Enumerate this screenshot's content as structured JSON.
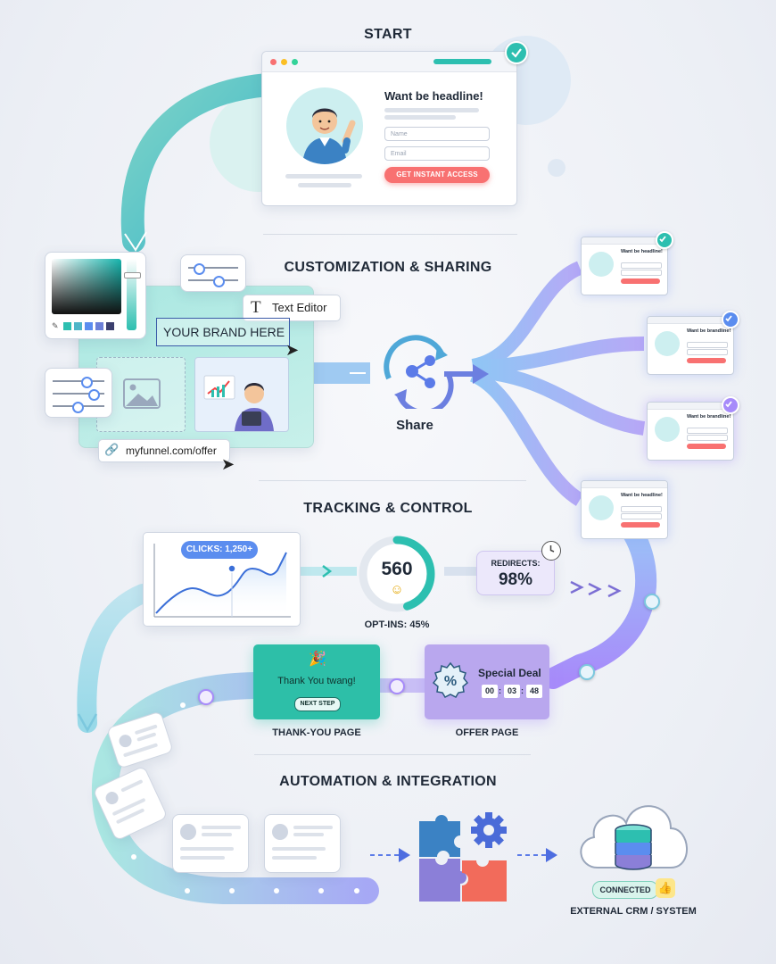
{
  "sections": {
    "start": "START",
    "customization": "CUSTOMIZATION & SHARING",
    "tracking": "TRACKING & CONTROL",
    "automation": "AUTOMATION & INTEGRATION"
  },
  "landing_page": {
    "headline": "Want be headline!",
    "name_placeholder": "Name",
    "email_placeholder": "Email",
    "cta": "GET INSTANT ACCESS"
  },
  "editor": {
    "text_editor_label": "Text Editor",
    "brand_text": "YOUR BRAND HERE",
    "url": "myfunnel.com/offer"
  },
  "share": {
    "label": "Share"
  },
  "variants": [
    {
      "headline": "Want be headline!"
    },
    {
      "headline": "Want be brandline!"
    },
    {
      "headline": "Want be brandline!"
    },
    {
      "headline": "Want be headline!"
    }
  ],
  "tracking": {
    "clicks": "CLICKS: 1,250+",
    "optin_count": "560",
    "optin_label": "OPT-INS: 45%",
    "optin_fraction": 0.45,
    "redirects_label": "REDIRECTS:",
    "redirects_value": "98%"
  },
  "thank_you": {
    "title": "Thank You twang!",
    "button": "NEXT STEP",
    "caption": "THANK-YOU PAGE"
  },
  "offer": {
    "title": "Special Deal",
    "timer": [
      "00",
      "03",
      "48"
    ],
    "caption": "OFFER PAGE"
  },
  "integration": {
    "status": "CONNECTED",
    "target": "EXTERNAL CRM / SYSTEM"
  },
  "colors": {
    "teal": "#2dbfb0",
    "purple": "#a78bfa",
    "red": "#f87171",
    "blue": "#5b8def"
  }
}
